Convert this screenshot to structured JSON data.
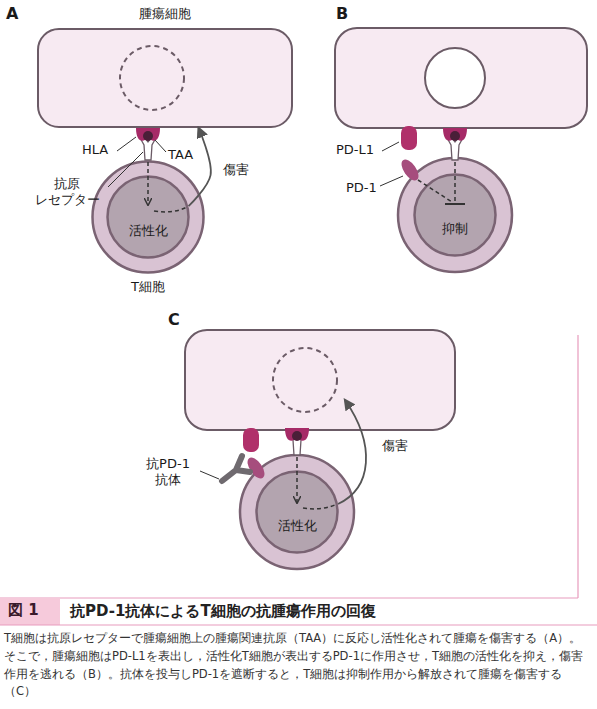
{
  "diagram": {
    "title": "抗PD-1抗体によるT細胞の抗腫瘍作用の回復",
    "caption": "T細胞は抗原レセプターで腫瘍細胞上の腫瘍関連抗原（TAA）に反応し活性化されて腫瘍を傷害する（A）。そこで，腫瘍細胞はPD-L1を表出し，活性化T細胞が表出するPD-1に作用させ，T細胞の活性化を抑え，傷害作用を逃れる（B）。抗体を投与しPD-1を遮断すると，T細胞は抑制作用から解放されて腫瘍を傷害する（C）",
    "nodes": [
      {
        "text": [
          "腫瘍細胞"
        ]
      },
      {
        "text": [
          "T細胞"
        ]
      },
      {
        "text": [
          "活性化"
        ],
        "in": 1
      },
      {
        "text": [
          "抑制"
        ]
      },
      {
        "text": [
          "活性化"
        ]
      }
    ],
    "edges": [
      {
        "from": 2,
        "to": 0,
        "arrow": "to",
        "label": "傷害"
      }
    ],
    "labels": [
      "A",
      "B",
      "C",
      "HLA",
      "TAA",
      "抗原 レセプター",
      "PD-L1",
      "PD-1",
      "抗PD-1 抗体",
      "傷害",
      "図 1"
    ]
  }
}
